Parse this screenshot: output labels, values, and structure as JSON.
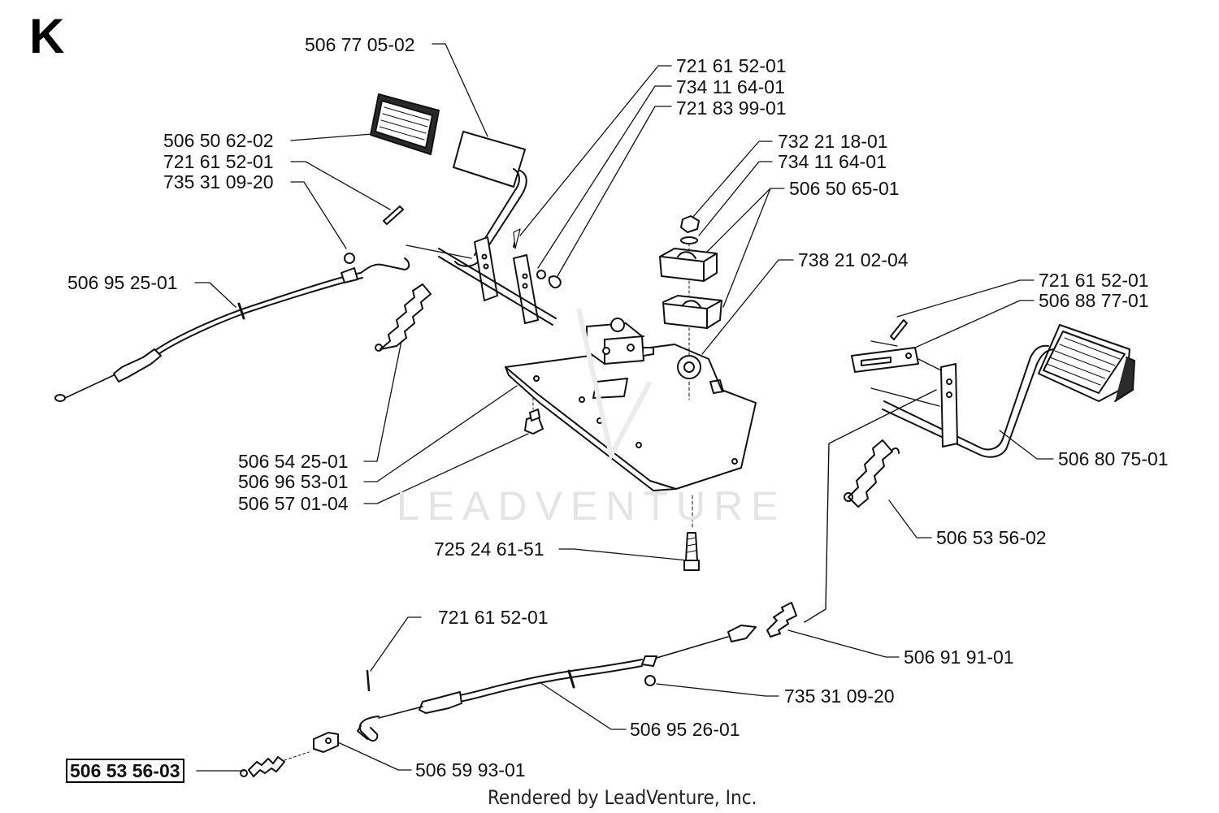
{
  "section_letter": "K",
  "watermark": "LEADVENTURE",
  "footer": "Rendered by LeadVenture, Inc.",
  "labels": [
    {
      "id": "l1",
      "text": "506 77 05-02"
    },
    {
      "id": "l2",
      "text": "721 61 52-01"
    },
    {
      "id": "l3",
      "text": "734 11 64-01"
    },
    {
      "id": "l4",
      "text": "721 83 99-01"
    },
    {
      "id": "l5",
      "text": "506 50 62-02"
    },
    {
      "id": "l6",
      "text": "721 61 52-01"
    },
    {
      "id": "l7",
      "text": "735 31 09-20"
    },
    {
      "id": "l8",
      "text": "732 21 18-01"
    },
    {
      "id": "l9",
      "text": "734 11 64-01"
    },
    {
      "id": "l10",
      "text": "506 50 65-01"
    },
    {
      "id": "l11",
      "text": "738 21 02-04"
    },
    {
      "id": "l12",
      "text": "506 95 25-01"
    },
    {
      "id": "l13",
      "text": "721 61 52-01"
    },
    {
      "id": "l14",
      "text": "506 88 77-01"
    },
    {
      "id": "l15",
      "text": "506 54 25-01"
    },
    {
      "id": "l16",
      "text": "506 96 53-01"
    },
    {
      "id": "l17",
      "text": "506 57 01-04"
    },
    {
      "id": "l18",
      "text": "506 80 75-01"
    },
    {
      "id": "l19",
      "text": "506 53 56-02"
    },
    {
      "id": "l20",
      "text": "725 24 61-51"
    },
    {
      "id": "l21",
      "text": "721 61 52-01"
    },
    {
      "id": "l22",
      "text": "506 91 91-01"
    },
    {
      "id": "l23",
      "text": "735 31 09-20"
    },
    {
      "id": "l24",
      "text": "506 95 26-01"
    },
    {
      "id": "l25",
      "text": "506 53 56-03"
    },
    {
      "id": "l26",
      "text": "506 59 93-01"
    }
  ]
}
